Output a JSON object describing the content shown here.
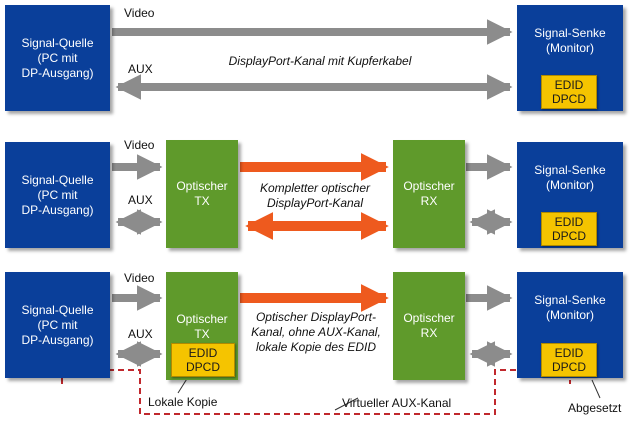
{
  "colors": {
    "source_sink_blue": "#0a3f9a",
    "optical_green": "#5f9a2b",
    "edid_yellow": "#f5c400",
    "copper_arrow_gray": "#8c8c8c",
    "optical_arrow_orange": "#ee5a1e",
    "virtual_aux_red": "#c0282d"
  },
  "row1": {
    "source": [
      "Signal-Quelle",
      "(PC mit",
      "DP-Ausgang)"
    ],
    "sink": [
      "Signal-Senke",
      "(Monitor)"
    ],
    "edid": [
      "EDID",
      "DPCD"
    ],
    "video_label": "Video",
    "aux_label": "AUX",
    "channel_text": "DisplayPort-Kanal mit Kupferkabel"
  },
  "row2": {
    "source": [
      "Signal-Quelle",
      "(PC mit",
      "DP-Ausgang)"
    ],
    "tx": [
      "Optischer",
      "TX"
    ],
    "rx": [
      "Optischer",
      "RX"
    ],
    "sink": [
      "Signal-Senke",
      "(Monitor)"
    ],
    "edid": [
      "EDID",
      "DPCD"
    ],
    "video_label": "Video",
    "aux_label": "AUX",
    "channel_text": [
      "Kompletter optischer",
      "DisplayPort-Kanal"
    ]
  },
  "row3": {
    "source": [
      "Signal-Quelle",
      "(PC mit",
      "DP-Ausgang)"
    ],
    "tx": [
      "Optischer",
      "TX"
    ],
    "tx_edid": [
      "EDID",
      "DPCD"
    ],
    "rx": [
      "Optischer",
      "RX"
    ],
    "sink": [
      "Signal-Senke",
      "(Monitor)"
    ],
    "edid": [
      "EDID",
      "DPCD"
    ],
    "video_label": "Video",
    "aux_label": "AUX",
    "channel_text": [
      "Optischer DisplayPort-",
      "Kanal, ohne AUX-Kanal,",
      "lokale Kopie des EDID"
    ],
    "local_copy_label": "Lokale Kopie",
    "virtual_aux_label": "Virtueller AUX-Kanal",
    "detached_label": "Abgesetzt"
  }
}
